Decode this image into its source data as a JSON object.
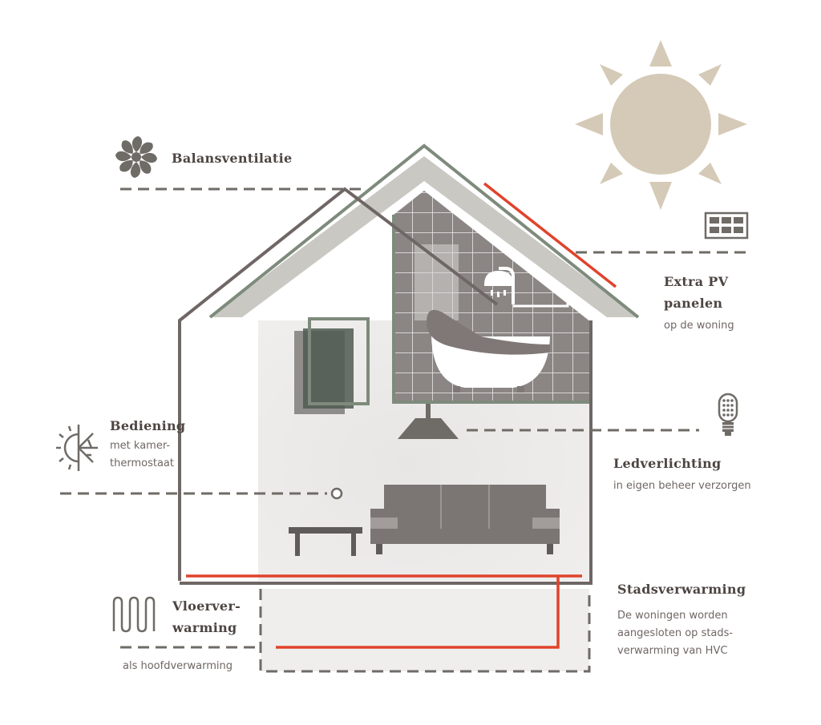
{
  "labels": {
    "balansventilatie": "Balansventilatie",
    "pv_title_1": "Extra PV",
    "pv_title_2": "panelen",
    "pv_sub": "op de woning",
    "bediening_title": "Bediening",
    "bediening_sub_1": "met kamer-",
    "bediening_sub_2": "thermostaat",
    "led_title": "Ledverlichting",
    "led_sub": "in eigen beheer verzorgen",
    "vloer_title_1": "Vloerver-",
    "vloer_title_2": "warming",
    "vloer_sub": "als hoofdverwarming",
    "stads_title": "Stadsverwarming",
    "stads_sub_1": "De woningen worden",
    "stads_sub_2": "aangesloten op stads-",
    "stads_sub_3": "verwarming van HVC"
  },
  "icons": [
    "fan-icon",
    "solar-panel-icon",
    "sun-icon",
    "thermostat-icon",
    "led-bulb-icon",
    "floor-heating-icon"
  ],
  "colors": {
    "house_outline": "#6f6765",
    "roof_green": "#7e8b7c",
    "red_line": "#e0432b",
    "dash": "#6f6b66",
    "sun": "#d5cab7",
    "tile": "#8b8684",
    "sofa": "#7b7674",
    "text": "#4d4542"
  }
}
